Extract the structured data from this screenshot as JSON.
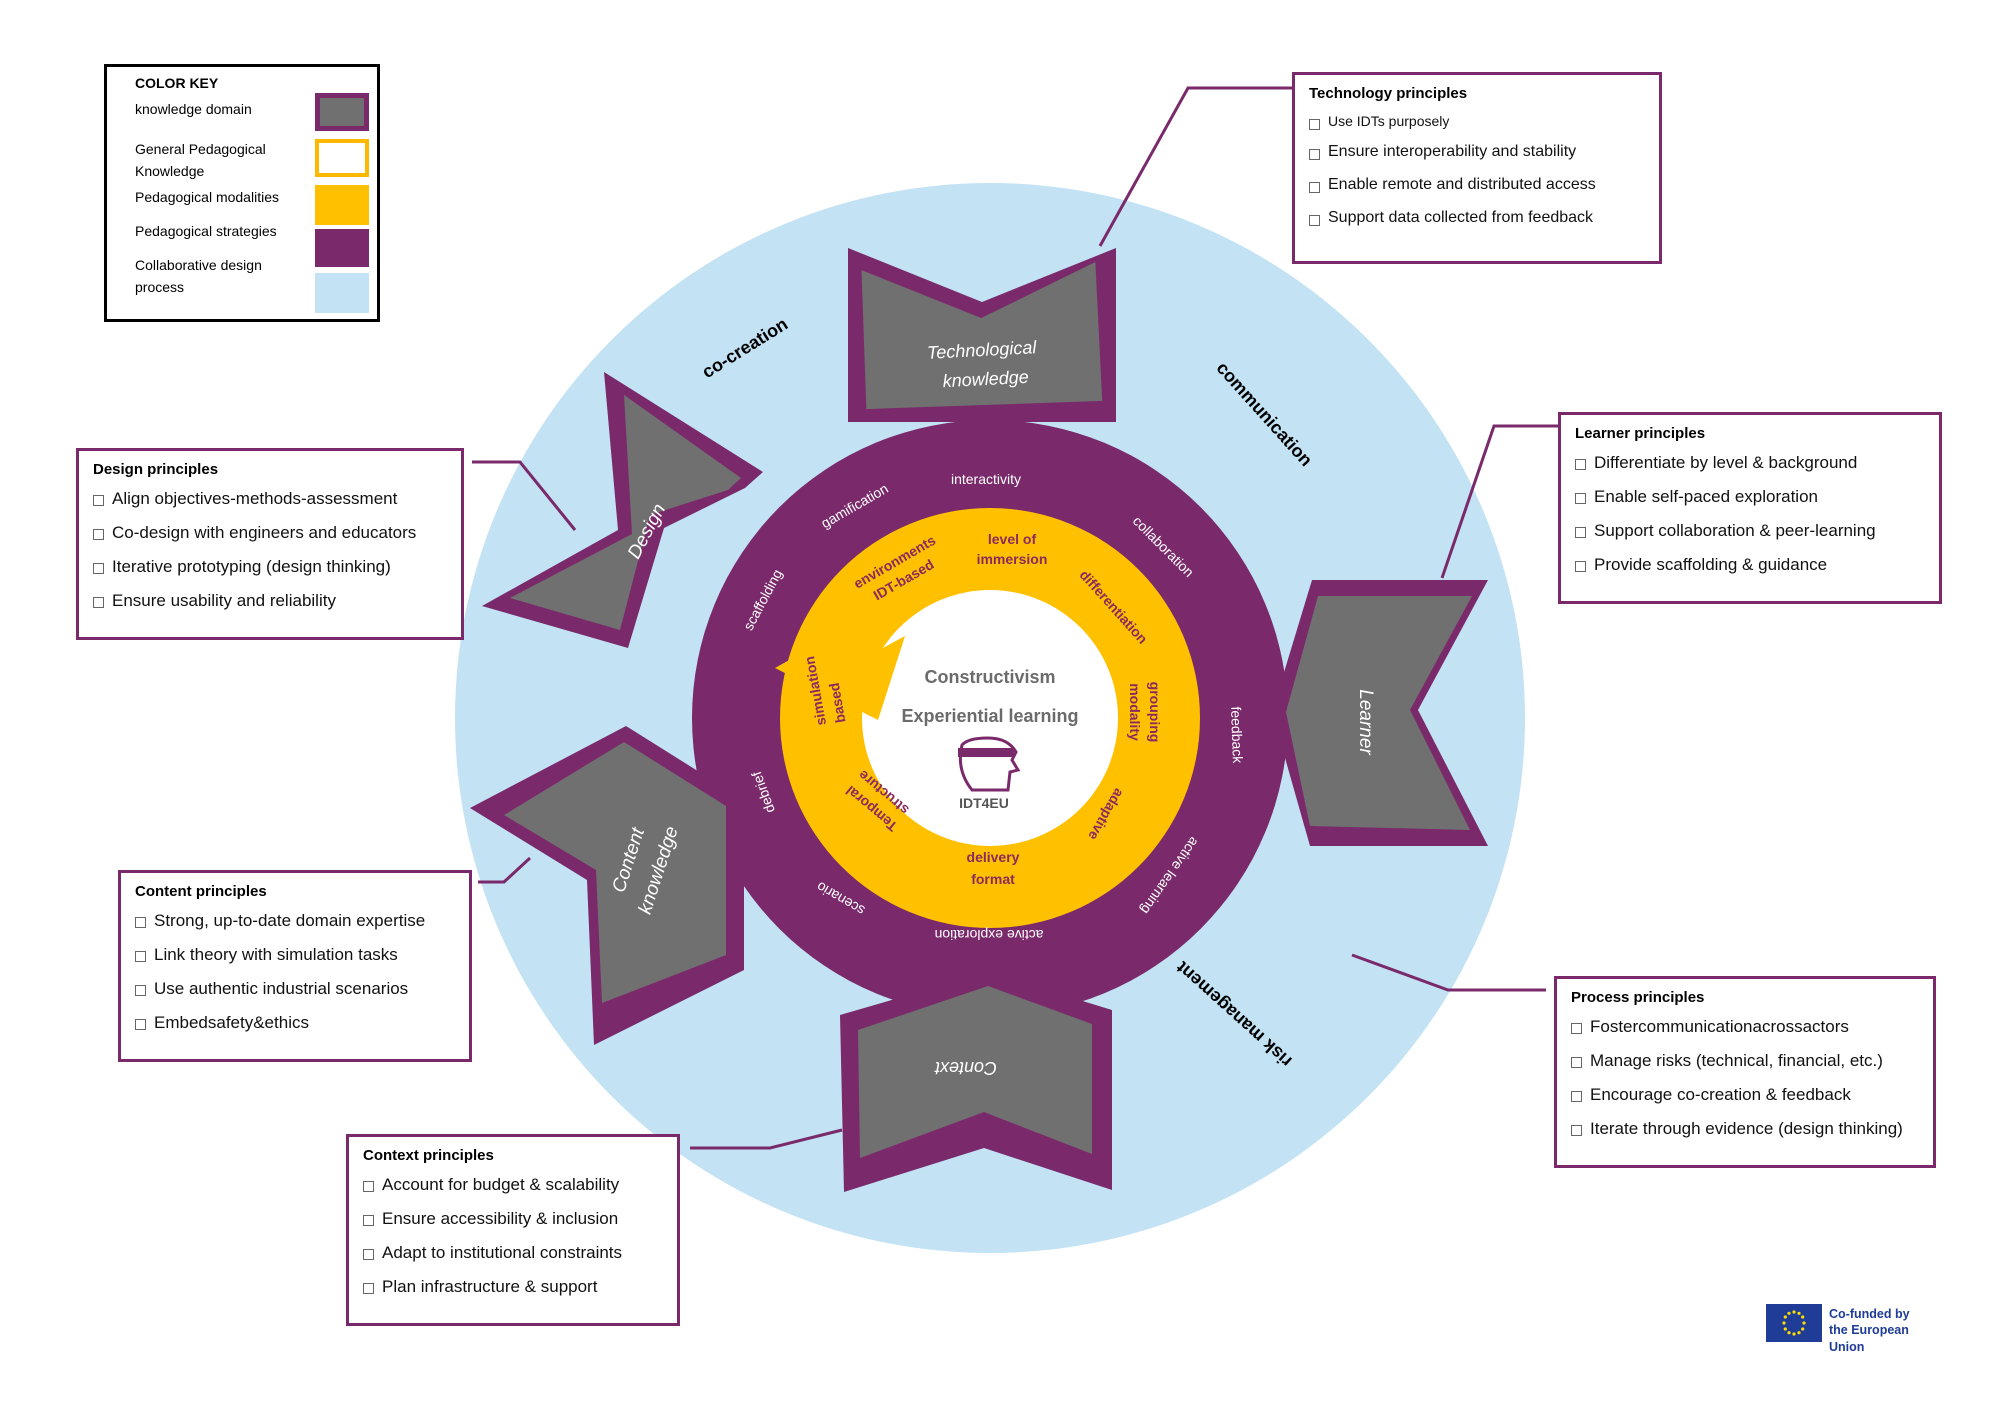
{
  "color_key": {
    "title": "COLOR KEY",
    "items": [
      {
        "label": "knowledge domain",
        "fill": "#707070",
        "stroke": "#7a2a6b"
      },
      {
        "label": "General Pedagogical Knowledge",
        "fill": "#ffffff",
        "stroke": "#ffb800"
      },
      {
        "label": "Pedagogical modalities",
        "fill": "#ffc000",
        "stroke": "#ffc000"
      },
      {
        "label": "Pedagogical strategies",
        "fill": "#7a2a6b",
        "stroke": "#7a2a6b"
      },
      {
        "label": "Collaborative design process",
        "fill": "#c3e3f5",
        "stroke": "#c3e3f5"
      }
    ]
  },
  "colors": {
    "purple": "#7a2a6b",
    "yellow": "#ffc000",
    "grey": "#707070",
    "light_blue": "#c3e3f5",
    "modality_text": "#8b2a5e"
  },
  "center": {
    "line1": "Constructivism",
    "line2": "Experiential learning",
    "logo_text": "IDT4EU"
  },
  "process_labels": [
    "co-creation",
    "communication",
    "risk management"
  ],
  "strategies": [
    "interactivity",
    "collaboration",
    "feedback",
    "active learning",
    "active exploration",
    "scenario",
    "debrief",
    "scaffolding",
    "gamification"
  ],
  "modalities": [
    "level of immersion",
    "differentiation",
    "grouping modality",
    "adaptive",
    "delivery format",
    "Temporal structure",
    "simulation based",
    "environments IDT-based"
  ],
  "domains": {
    "technological": "Technological knowledge",
    "design": "Design",
    "learner": "Learner",
    "content": "Content knowledge",
    "context": "Context"
  },
  "boxes": {
    "technology": {
      "title": "Technology principles",
      "items": [
        "Use IDTs purposely",
        "Ensure interoperability and stability",
        "Enable remote and distributed access",
        "Support data collected from feedback"
      ]
    },
    "design": {
      "title": "Design principles",
      "items": [
        "Align objectives-methods-assessment",
        "Co-design with engineers and educators",
        "Iterative prototyping (design thinking)",
        "Ensure usability and reliability"
      ]
    },
    "learner": {
      "title": "Learner principles",
      "items": [
        "Differentiate by level & background",
        "Enable self-paced exploration",
        "Support collaboration & peer-learning",
        "Provide scaffolding & guidance"
      ]
    },
    "content": {
      "title": "Content principles",
      "items": [
        "Strong, up-to-date domain expertise",
        "Link theory with simulation tasks",
        "Use authentic industrial scenarios",
        "Embedsafety&ethics"
      ]
    },
    "context": {
      "title": "Context principles",
      "items": [
        "Account for budget & scalability",
        "Ensure accessibility & inclusion",
        "Adapt to institutional constraints",
        "Plan infrastructure & support"
      ]
    },
    "process": {
      "title": "Process principles",
      "items": [
        "Fostercommunicationacrossactors",
        "Manage risks (technical, financial, etc.)",
        "Encourage co-creation & feedback",
        "Iterate through evidence (design thinking)"
      ]
    }
  },
  "eu": {
    "line1": "Co-funded by",
    "line2": "the European Union"
  }
}
